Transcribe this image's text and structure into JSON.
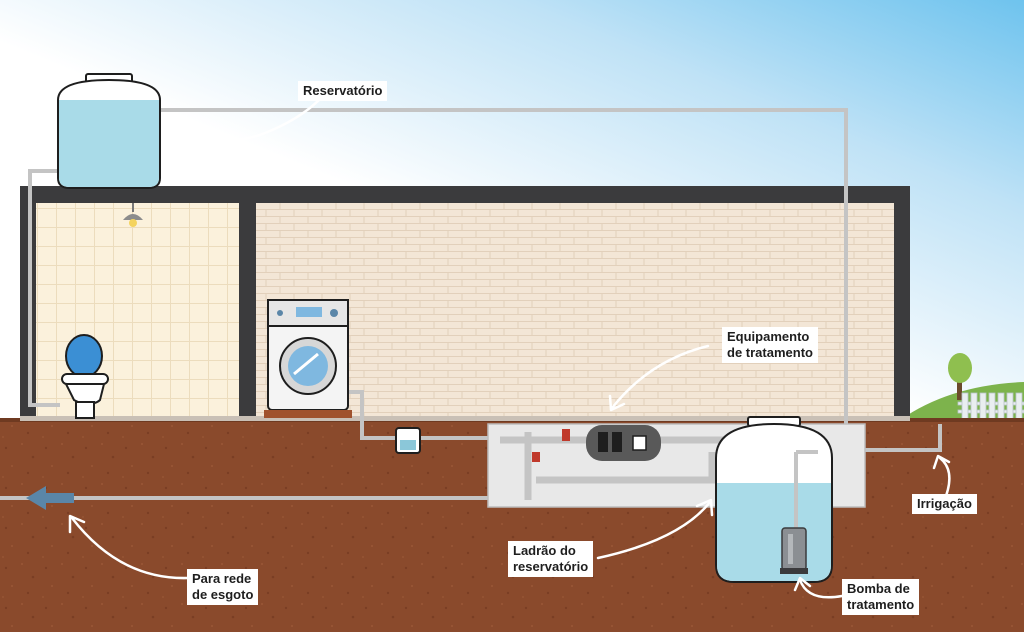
{
  "labels": {
    "reservatorio": "Reservatório",
    "equipamento": [
      "Equipamento",
      "de tratamento"
    ],
    "irrigacao": "Irrigação",
    "ladrao": [
      "Ladrão do",
      "reservatório"
    ],
    "esgoto": [
      "Para rede",
      "de esgoto"
    ],
    "bomba": [
      "Bomba de",
      "tratamento"
    ]
  },
  "colors": {
    "sky_blue": "#6ec3ee",
    "soil": "#8a4a2c",
    "wall": "#3b3b3d",
    "brick_wall": "#f3e6d6",
    "bathroom_tile": "#fbf1dc",
    "water": "#a9dbe8",
    "pipe": "#c4c4c4",
    "arrow_blue": "#5a86a8"
  },
  "icons": [
    "water-tank-icon",
    "toilet-icon",
    "washing-machine-icon",
    "ceiling-lamp-icon",
    "treatment-equipment-icon",
    "submersible-pump-icon",
    "tree-icon",
    "fence-icon"
  ]
}
